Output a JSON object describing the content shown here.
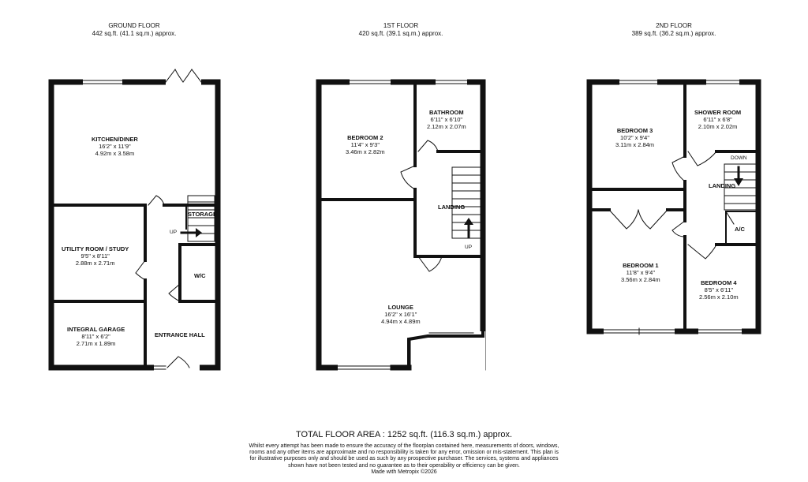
{
  "floors": {
    "ground": {
      "title": "GROUND FLOOR",
      "area": "442 sq.ft. (41.1 sq.m.) approx."
    },
    "first": {
      "title": "1ST FLOOR",
      "area": "420 sq.ft. (39.1 sq.m.) approx."
    },
    "second": {
      "title": "2ND FLOOR",
      "area": "389 sq.ft. (36.2 sq.m.) approx."
    }
  },
  "rooms": {
    "kitchen": {
      "name": "KITCHEN/DINER",
      "imperial": "16'2\" x 11'9\"",
      "metric": "4.92m x 3.58m"
    },
    "utility": {
      "name": "UTILITY ROOM / STUDY",
      "imperial": "9'5\" x 8'11\"",
      "metric": "2.88m x 2.71m"
    },
    "garage": {
      "name": "INTEGRAL GARAGE",
      "imperial": "8'11\" x 6'2\"",
      "metric": "2.71m x 1.89m"
    },
    "entrance": {
      "name": "ENTRANCE HALL"
    },
    "storage": {
      "name": "STORAGE"
    },
    "wc": {
      "name": "W/C"
    },
    "bedroom2": {
      "name": "BEDROOM 2",
      "imperial": "11'4\" x 9'3\"",
      "metric": "3.46m x 2.82m"
    },
    "bathroom": {
      "name": "BATHROOM",
      "imperial": "6'11\" x 6'10\"",
      "metric": "2.12m x 2.07m"
    },
    "landing1": {
      "name": "LANDING"
    },
    "lounge": {
      "name": "LOUNGE",
      "imperial": "16'2\" x 16'1\"",
      "metric": "4.94m x 4.89m"
    },
    "bedroom3": {
      "name": "BEDROOM 3",
      "imperial": "10'2\" x 9'4\"",
      "metric": "3.11m x 2.84m"
    },
    "shower": {
      "name": "SHOWER ROOM",
      "imperial": "6'11\" x 6'8\"",
      "metric": "2.10m x 2.02m"
    },
    "landing2": {
      "name": "LANDING"
    },
    "ac": {
      "name": "A/C"
    },
    "bedroom1": {
      "name": "BEDROOM 1",
      "imperial": "11'8\" x 9'4\"",
      "metric": "3.56m x 2.84m"
    },
    "bedroom4": {
      "name": "BEDROOM 4",
      "imperial": "8'5\" x 6'11\"",
      "metric": "2.56m x 2.10m"
    }
  },
  "stairs": {
    "ground_up": "UP",
    "first_up": "UP",
    "second_down": "DOWN"
  },
  "total": "TOTAL FLOOR AREA : 1252 sq.ft. (116.3 sq.m.) approx.",
  "disclaimer": "Whilst every attempt has been made to ensure the accuracy of the floorplan contained here, measurements of doors, windows, rooms and any other items are approximate and no responsibility is taken for any error, omission or mis-statement. This plan is for illustrative purposes only and should be used as such by any prospective purchaser. The services, systems and appliances shown have not been tested and no guarantee as to their operability or efficiency can be given.",
  "credit": "Made with Metropix ©2026"
}
